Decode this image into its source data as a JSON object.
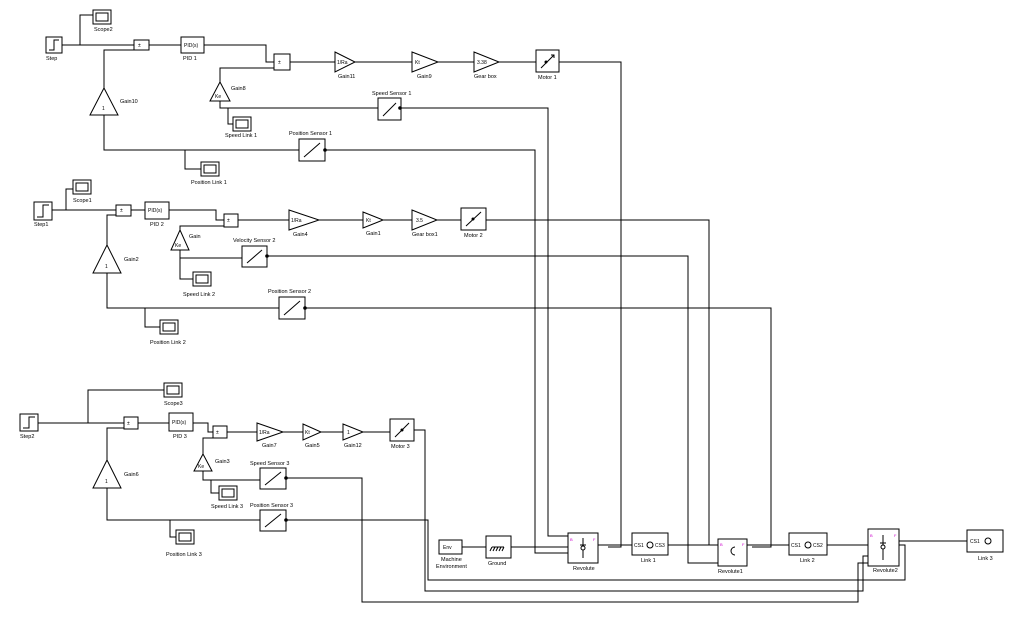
{
  "row1": {
    "step": "Step",
    "scope": "Scope2",
    "pid_text": "PID(s)",
    "pid": "PID 1",
    "gain_a_text": "1/Ra",
    "gain_a": "Gain11",
    "gain_b_text": "Kt",
    "gain_b": "Gain9",
    "gear_text": "3.38",
    "gear": "Gear box",
    "motor": "Motor 1",
    "fb_text": "Ke",
    "fb": "Gain8",
    "pos_text": "1",
    "pos_gain": "Gain10",
    "speed_sensor": "Speed Sensor 1",
    "speed_scope": "Speed Link 1",
    "pos_sensor": "Position Sensor 1",
    "pos_scope": "Position Link 1"
  },
  "row2": {
    "step": "Step1",
    "scope": "Scope1",
    "pid_text": "PID(s)",
    "pid": "PID 2",
    "gain_a_text": "1/Ra",
    "gain_a": "Gain4",
    "gain_b_text": "Kt",
    "gain_b": "Gain1",
    "gear_text": "3.5",
    "gear": "Gear box1",
    "motor": "Motor 2",
    "fb_text": "Ke",
    "fb": "Gain",
    "pos_text": "1",
    "pos_gain": "Gain2",
    "speed_sensor": "Velocity Sensor 2",
    "speed_scope": "Speed Link 2",
    "pos_sensor": "Position Sensor 2",
    "pos_scope": "Position Link 2"
  },
  "row3": {
    "step": "Step2",
    "scope": "Scope3",
    "pid_text": "PID(s)",
    "pid": "PID 3",
    "gain_a_text": "1/Ra",
    "gain_a": "Gain7",
    "gain_b_text": "Kt",
    "gain_b": "Gain5",
    "gear_text": "1",
    "gear": "Gain12",
    "motor": "Motor 3",
    "fb_text": "Ke",
    "fb": "Gain3",
    "pos_text": "1",
    "pos_gain": "Gain6",
    "speed_sensor": "Speed Sensor 3",
    "speed_scope": "Speed Link 3",
    "pos_sensor": "Position Sensor 3",
    "pos_scope": "Position Link 3"
  },
  "mech": {
    "env_text": "Env",
    "env_label1": "Machine",
    "env_label2": "Environment",
    "ground": "Ground",
    "revolute": "Revolute",
    "revolute1": "Revolute1",
    "revolute2": "Revolute2",
    "link1": "Link 1",
    "link2": "Link 2",
    "link3": "Link 3",
    "cs_text": "CS1",
    "cs2_text": "CS2",
    "cs3_text": "CS3",
    "port_b": "B",
    "port_f": "F"
  }
}
